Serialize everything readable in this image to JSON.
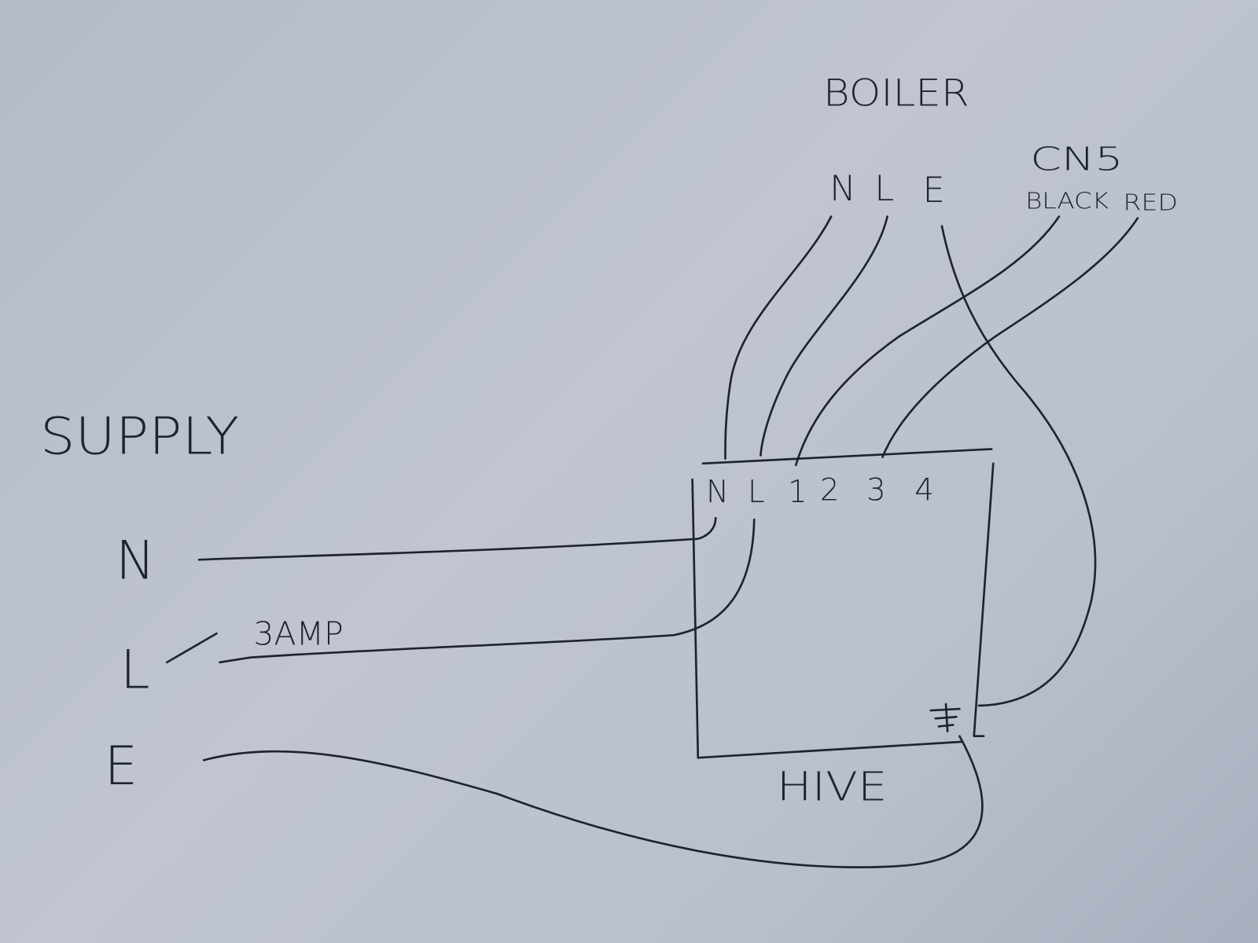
{
  "boiler": {
    "title": "BOILER",
    "terminals": [
      "N",
      "L",
      "E"
    ],
    "cn5": {
      "title": "CN5",
      "wires": [
        "BLACK",
        "RED"
      ]
    }
  },
  "supply": {
    "title": "SUPPLY",
    "terminals": [
      "N",
      "L",
      "E"
    ],
    "fuse_label": "3AMP"
  },
  "hive": {
    "title": "HIVE",
    "terminals": [
      "N",
      "L",
      "1",
      "2",
      "3",
      "4"
    ],
    "earth_symbol": "earth-terminal-icon"
  },
  "colors": {
    "ink": "#1e2332",
    "paper": "#bcc1cd"
  }
}
